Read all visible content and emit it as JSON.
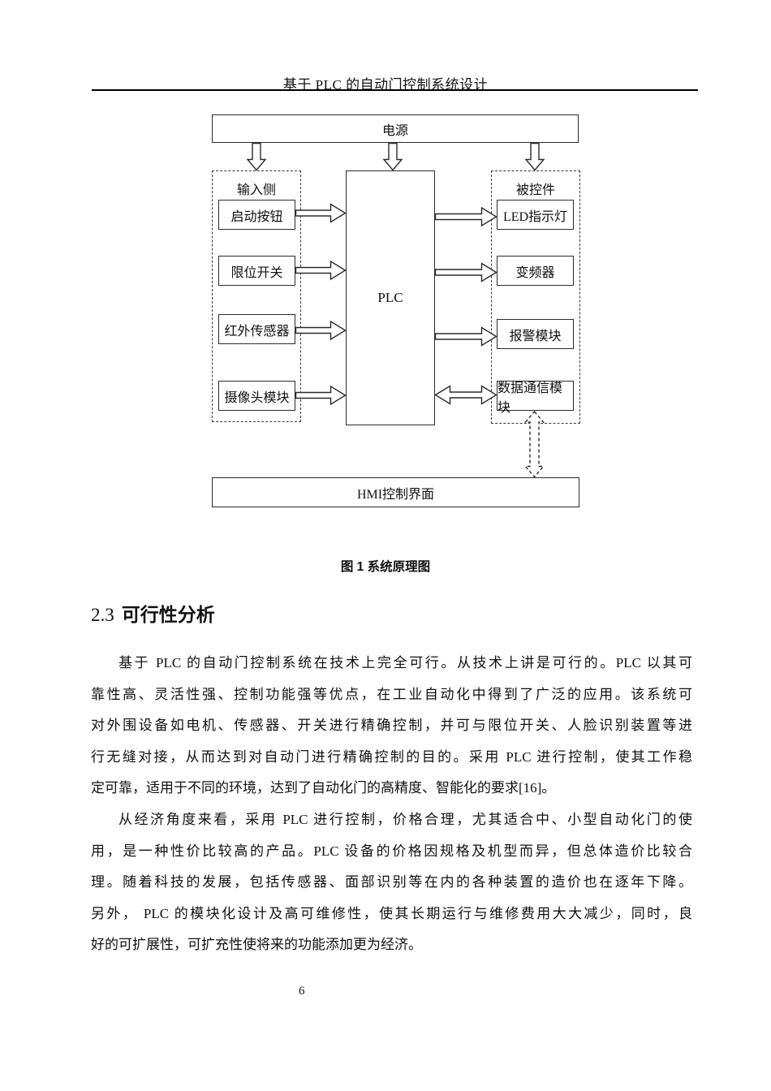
{
  "header": {
    "title": "基于 PLC 的自动门控制系统设计"
  },
  "figure": {
    "caption": "图 1 系统原理图",
    "nodes": {
      "power": "电源",
      "input_group": "输入侧",
      "inputs": [
        "启动按钮",
        "限位开关",
        "红外传感器",
        "摄像头模块"
      ],
      "plc": "PLC",
      "output_group": "被控件",
      "outputs": [
        "LED指示灯",
        "变频器",
        "报警模块",
        "数据通信模块"
      ],
      "hmi": "HMI控制界面"
    },
    "connections": [
      {
        "from": "电源",
        "to": "输入侧",
        "type": "arrow",
        "style": "solid"
      },
      {
        "from": "电源",
        "to": "PLC",
        "type": "arrow",
        "style": "solid"
      },
      {
        "from": "电源",
        "to": "被控件",
        "type": "arrow",
        "style": "solid"
      },
      {
        "from": "启动按钮",
        "to": "PLC",
        "type": "arrow",
        "style": "solid"
      },
      {
        "from": "限位开关",
        "to": "PLC",
        "type": "arrow",
        "style": "solid"
      },
      {
        "from": "红外传感器",
        "to": "PLC",
        "type": "arrow",
        "style": "solid"
      },
      {
        "from": "摄像头模块",
        "to": "PLC",
        "type": "arrow",
        "style": "solid"
      },
      {
        "from": "PLC",
        "to": "LED指示灯",
        "type": "arrow",
        "style": "solid"
      },
      {
        "from": "PLC",
        "to": "变频器",
        "type": "arrow",
        "style": "solid"
      },
      {
        "from": "PLC",
        "to": "报警模块",
        "type": "arrow",
        "style": "solid"
      },
      {
        "from": "PLC",
        "to": "数据通信模块",
        "type": "double-arrow",
        "style": "solid"
      },
      {
        "from": "数据通信模块",
        "to": "HMI控制界面",
        "type": "double-arrow",
        "style": "dashed"
      }
    ]
  },
  "section": {
    "number": "2.3",
    "title": "可行性分析"
  },
  "body": {
    "p1_lines": [
      "基于 PLC 的自动门控制系统在技术上完全可行。从技术上讲是可行的。PLC 以其可",
      "靠性高、灵活性强、控制功能强等优点，在工业自动化中得到了广泛的应用。该系统可",
      "对外围设备如电机、传感器、开关进行精确控制，并可与限位开关、人脸识别装置等进",
      "行无缝对接，从而达到对自动门进行精确控制的目的。采用 PLC 进行控制，使其工作稳",
      "定可靠，适用于不同的环境，达到了自动化门的高精度、智能化的要求[16]。"
    ],
    "p2_lines": [
      "从经济角度来看，采用 PLC 进行控制，价格合理，尤其适合中、小型自动化门的使",
      "用，是一种性价比较高的产品。PLC 设备的价格因规格及机型而异，但总体造价比较合",
      "理。随着科技的发展，包括传感器、面部识别等在内的各种装置的造价也在逐年下降。",
      "另外， PLC 的模块化设计及高可维修性，使其长期运行与维修费用大大减少，同时，良",
      "好的可扩展性，可扩充性使将来的功能添加更为经济。"
    ]
  },
  "footer": {
    "page_number": "6"
  },
  "colors": {
    "text": "#111111",
    "line": "#2b2b2b",
    "background": "#ffffff"
  }
}
